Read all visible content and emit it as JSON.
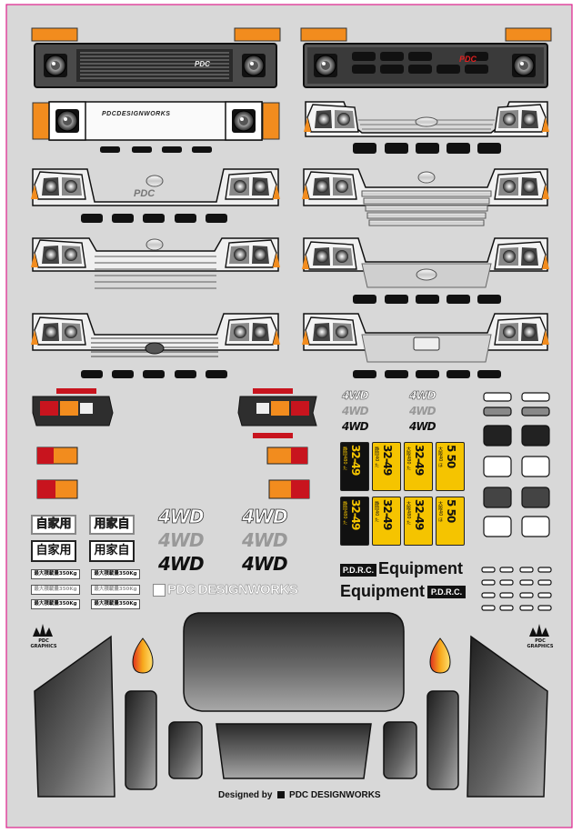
{
  "colors": {
    "sheet_bg": "#d8d8d8",
    "border_pink": "#e0208c",
    "amber": "#f28c1e",
    "red_tail": "#c8141e",
    "dark": "#333333"
  },
  "grille_badges": {
    "g1": "PDC",
    "g2": "PDC",
    "g3": "PDCDESIGNWORKS",
    "g5": "PDC"
  },
  "four_wd": {
    "small": [
      "4WD",
      "4WD",
      "4WD",
      "4WD",
      "4WD",
      "4WD"
    ],
    "large": [
      "4WD",
      "4WD",
      "4WD",
      "4WD",
      "4WD",
      "4WD"
    ]
  },
  "kanji": {
    "row1": [
      "自家用",
      "用家自"
    ],
    "row2": [
      "自家用",
      "用家自"
    ]
  },
  "load_labels": [
    "最大積載量350Kg",
    "最大積載量350Kg",
    "最大積載量350Kg",
    "最大積載量350Kg",
    "最大積載量350Kg",
    "最大積載量350Kg"
  ],
  "brand": "PDC DESIGNWORKS",
  "plates": {
    "top": [
      {
        "side": "静岡480 た",
        "num": "32-49",
        "style": "black"
      },
      {
        "side": "静岡40 た",
        "num": "32-49",
        "style": "yellow"
      },
      {
        "side": "大阪480 た",
        "num": "32-49",
        "style": "yellow"
      },
      {
        "side": "大阪40 ほ",
        "num": "5 50",
        "style": "yellow"
      }
    ],
    "bottom": [
      {
        "side": "静岡480 た",
        "num": "32-49",
        "style": "black"
      },
      {
        "side": "静岡40 た",
        "num": "32-49",
        "style": "yellow"
      },
      {
        "side": "大阪480 た",
        "num": "32-49",
        "style": "yellow"
      },
      {
        "side": "大阪40 ほ",
        "num": "5 50",
        "style": "yellow"
      }
    ]
  },
  "equipment": {
    "prc_label": "P.D.R.C.",
    "word": "Equipment"
  },
  "crown_text": "PDC GRAPHICS",
  "footer": {
    "prefix": "Designed by",
    "brand": "PDC DESIGNWORKS"
  }
}
